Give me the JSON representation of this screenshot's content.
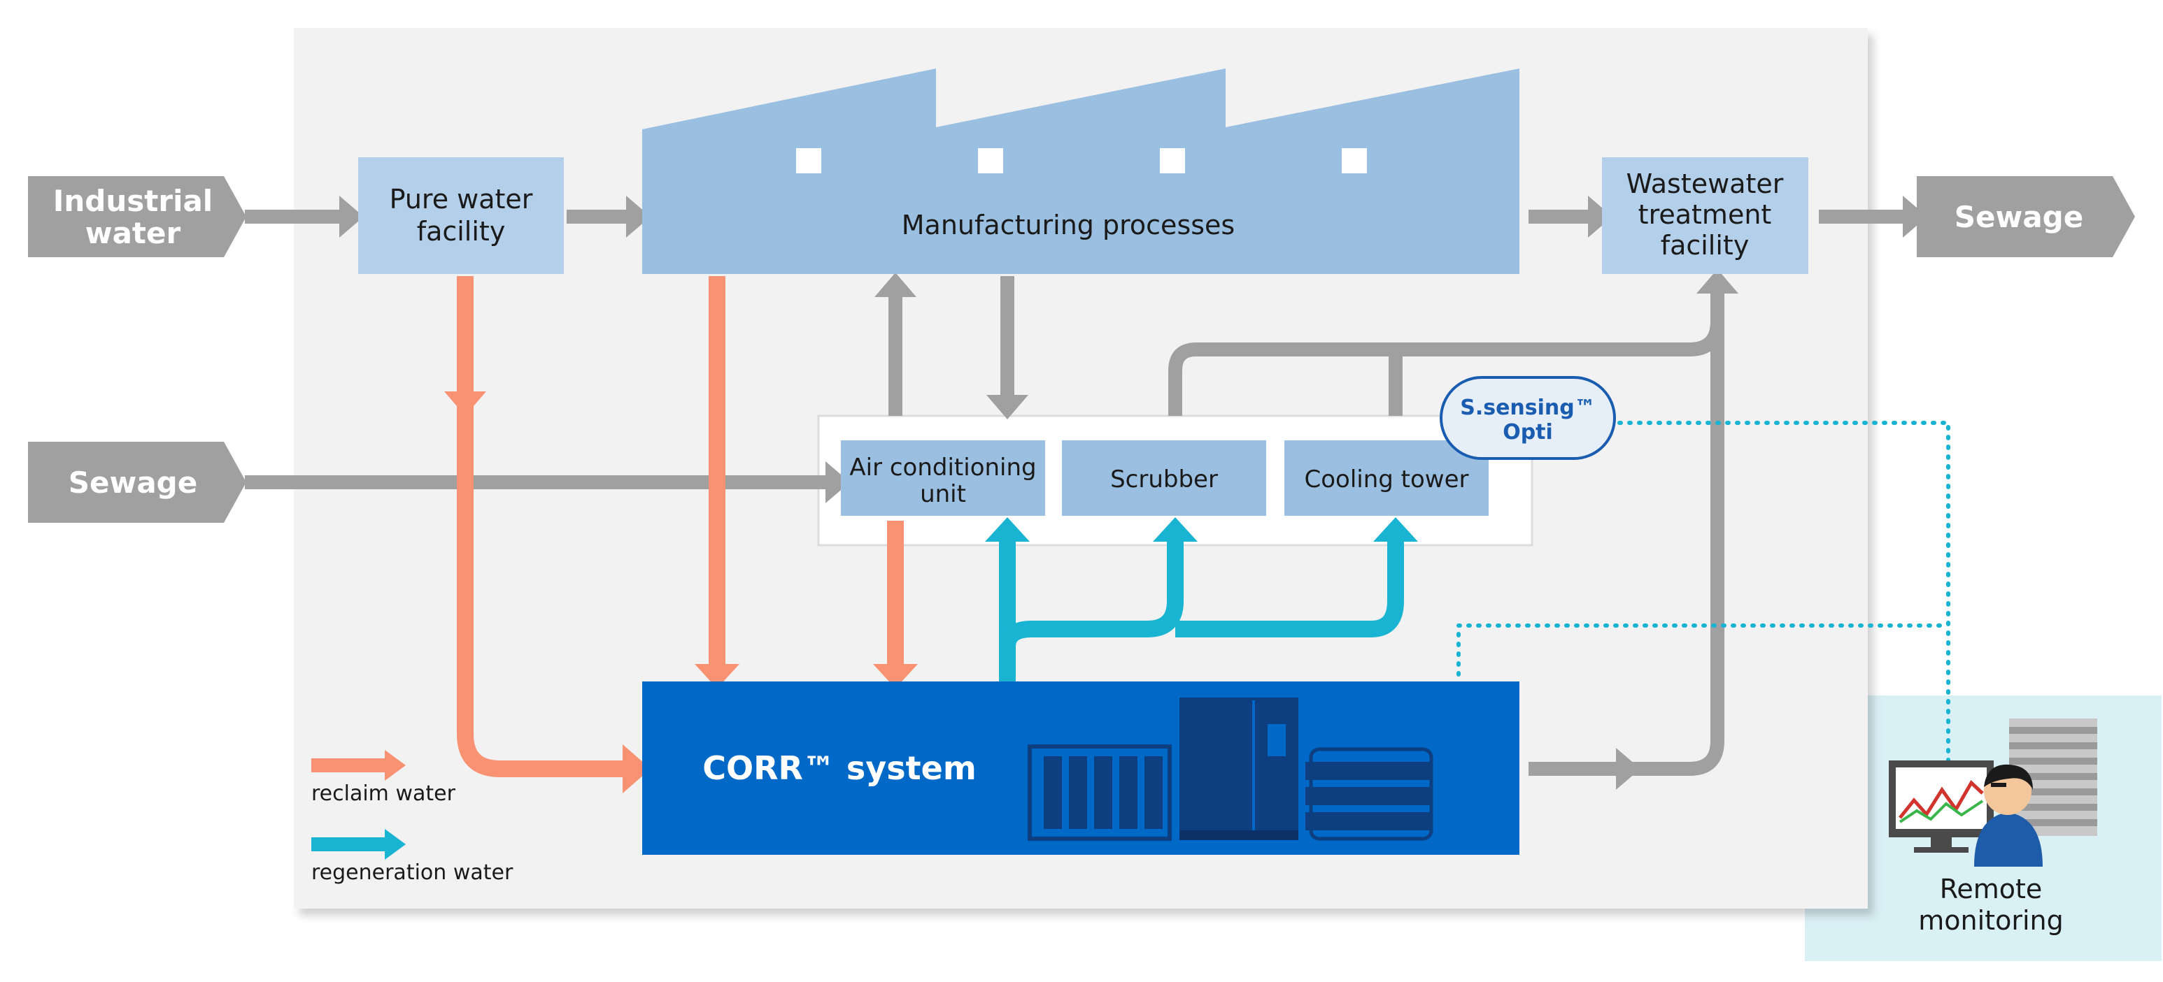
{
  "nodes": {
    "industrial_water": [
      "Industrial",
      "water"
    ],
    "pure_water": [
      "Pure water",
      "facility"
    ],
    "manufacturing": "Manufacturing processes",
    "wastewater": [
      "Wastewater",
      "treatment",
      "facility"
    ],
    "sewage_out": "Sewage",
    "sewage_in": "Sewage",
    "air_conditioning": [
      "Air conditioning",
      "unit"
    ],
    "scrubber": "Scrubber",
    "cooling_tower": "Cooling tower",
    "sensing": [
      "S.sensing™",
      "Opti"
    ],
    "corr": "CORR™ system",
    "remote": [
      "Remote",
      "monitoring"
    ]
  },
  "legend": {
    "reclaim": "reclaim water",
    "regeneration": "regeneration water"
  },
  "colors": {
    "gray_flow": "#a0a0a0",
    "reclaim": "#f99273",
    "regeneration": "#1ab4d3",
    "facility_box": "#b4cfe9",
    "factory": "#9bbfe0",
    "corr": "#0068c7",
    "monitor_bg": "#d9f0f5",
    "panel": "#f2f2f2"
  }
}
